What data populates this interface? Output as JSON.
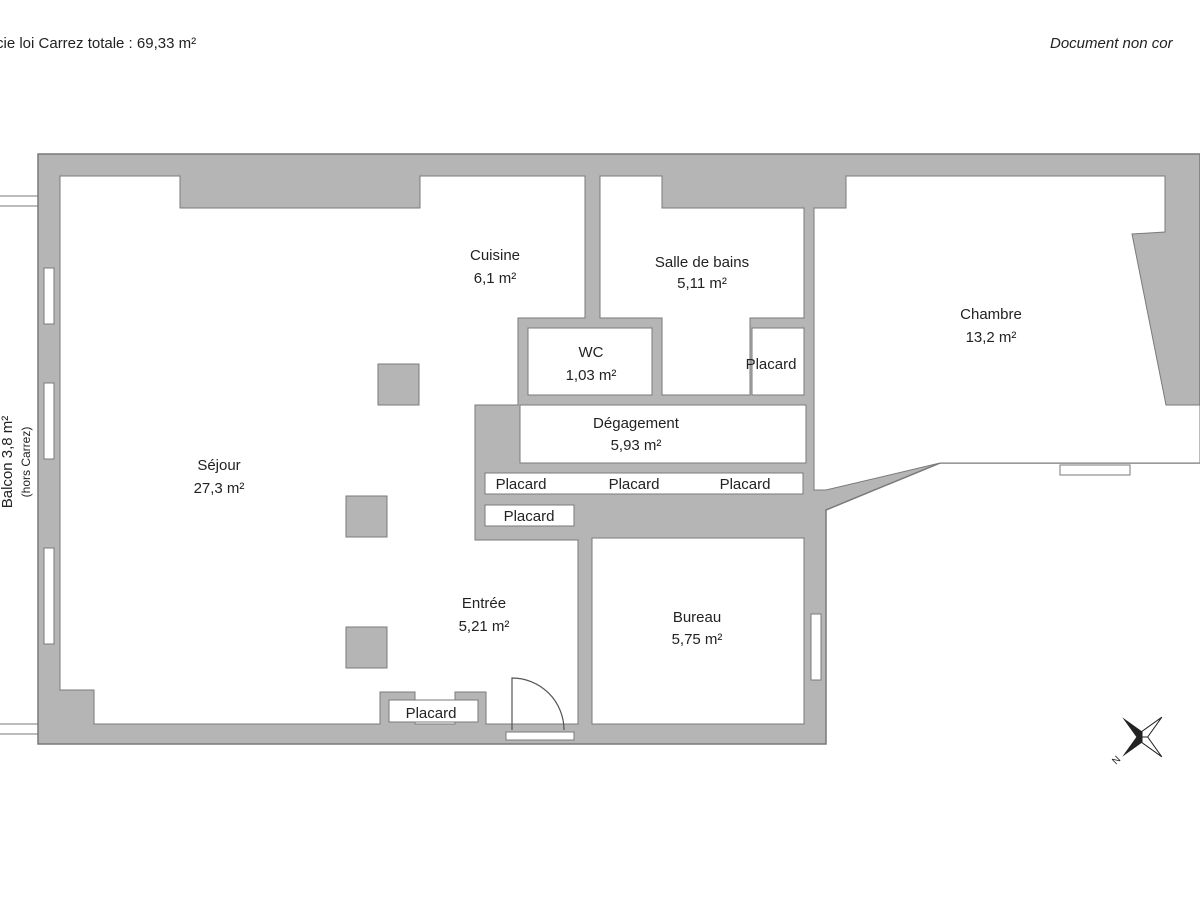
{
  "header": {
    "surface": "cie loi Carrez totale : 69,33 m²",
    "disclaimer": "Document non cor"
  },
  "rooms": {
    "sejour": {
      "name": "Séjour",
      "area": "27,3 m²"
    },
    "cuisine": {
      "name": "Cuisine",
      "area": "6,1 m²"
    },
    "salle_de_bains": {
      "name": "Salle de bains",
      "area": "5,11 m²"
    },
    "chambre": {
      "name": "Chambre",
      "area": "13,2 m²"
    },
    "wc": {
      "name": "WC",
      "area": "1,03 m²"
    },
    "degagement": {
      "name": "Dégagement",
      "area": "5,93 m²"
    },
    "entree": {
      "name": "Entrée",
      "area": "5,21 m²"
    },
    "bureau": {
      "name": "Bureau",
      "area": "5,75 m²"
    }
  },
  "balcony": {
    "name": "Balcon 3,8 m²",
    "note": "(hors Carrez)"
  },
  "placards": {
    "label": "Placard"
  },
  "compass": {
    "north": "N"
  },
  "colors": {
    "wall": "#b5b5b5",
    "floor": "#ffffff",
    "text": "#222222"
  }
}
